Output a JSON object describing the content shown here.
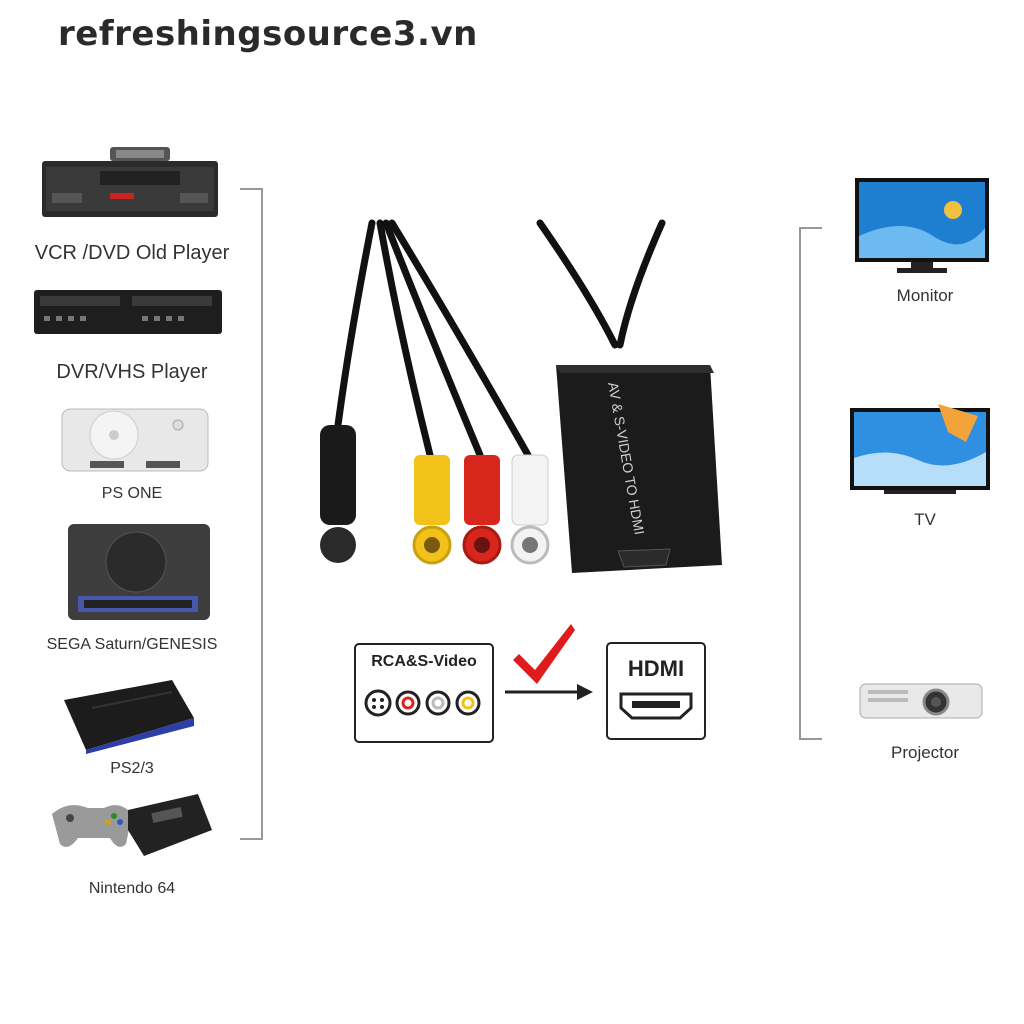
{
  "watermark": "refreshingsource3.vn",
  "sources": [
    {
      "label": "VCR /DVD Old Player"
    },
    {
      "label": "DVR/VHS Player"
    },
    {
      "label": "PS ONE"
    },
    {
      "label": "SEGA Saturn/GENESIS"
    },
    {
      "label": "PS2/3"
    },
    {
      "label": "Nintendo 64"
    }
  ],
  "destinations": [
    {
      "label": "Monitor"
    },
    {
      "label": "TV"
    },
    {
      "label": "Projector"
    }
  ],
  "adapter": {
    "print": "AV & S-VIDEO TO HDMI"
  },
  "diagram": {
    "input_label": "RCA&S-Video",
    "output_label": "HDMI"
  },
  "colors": {
    "check": "#e01b1b",
    "rca_yellow": "#f2c21a",
    "rca_red": "#d9261c",
    "rca_white": "#f3f3f3",
    "screen_blue": "#1e7fd1"
  }
}
